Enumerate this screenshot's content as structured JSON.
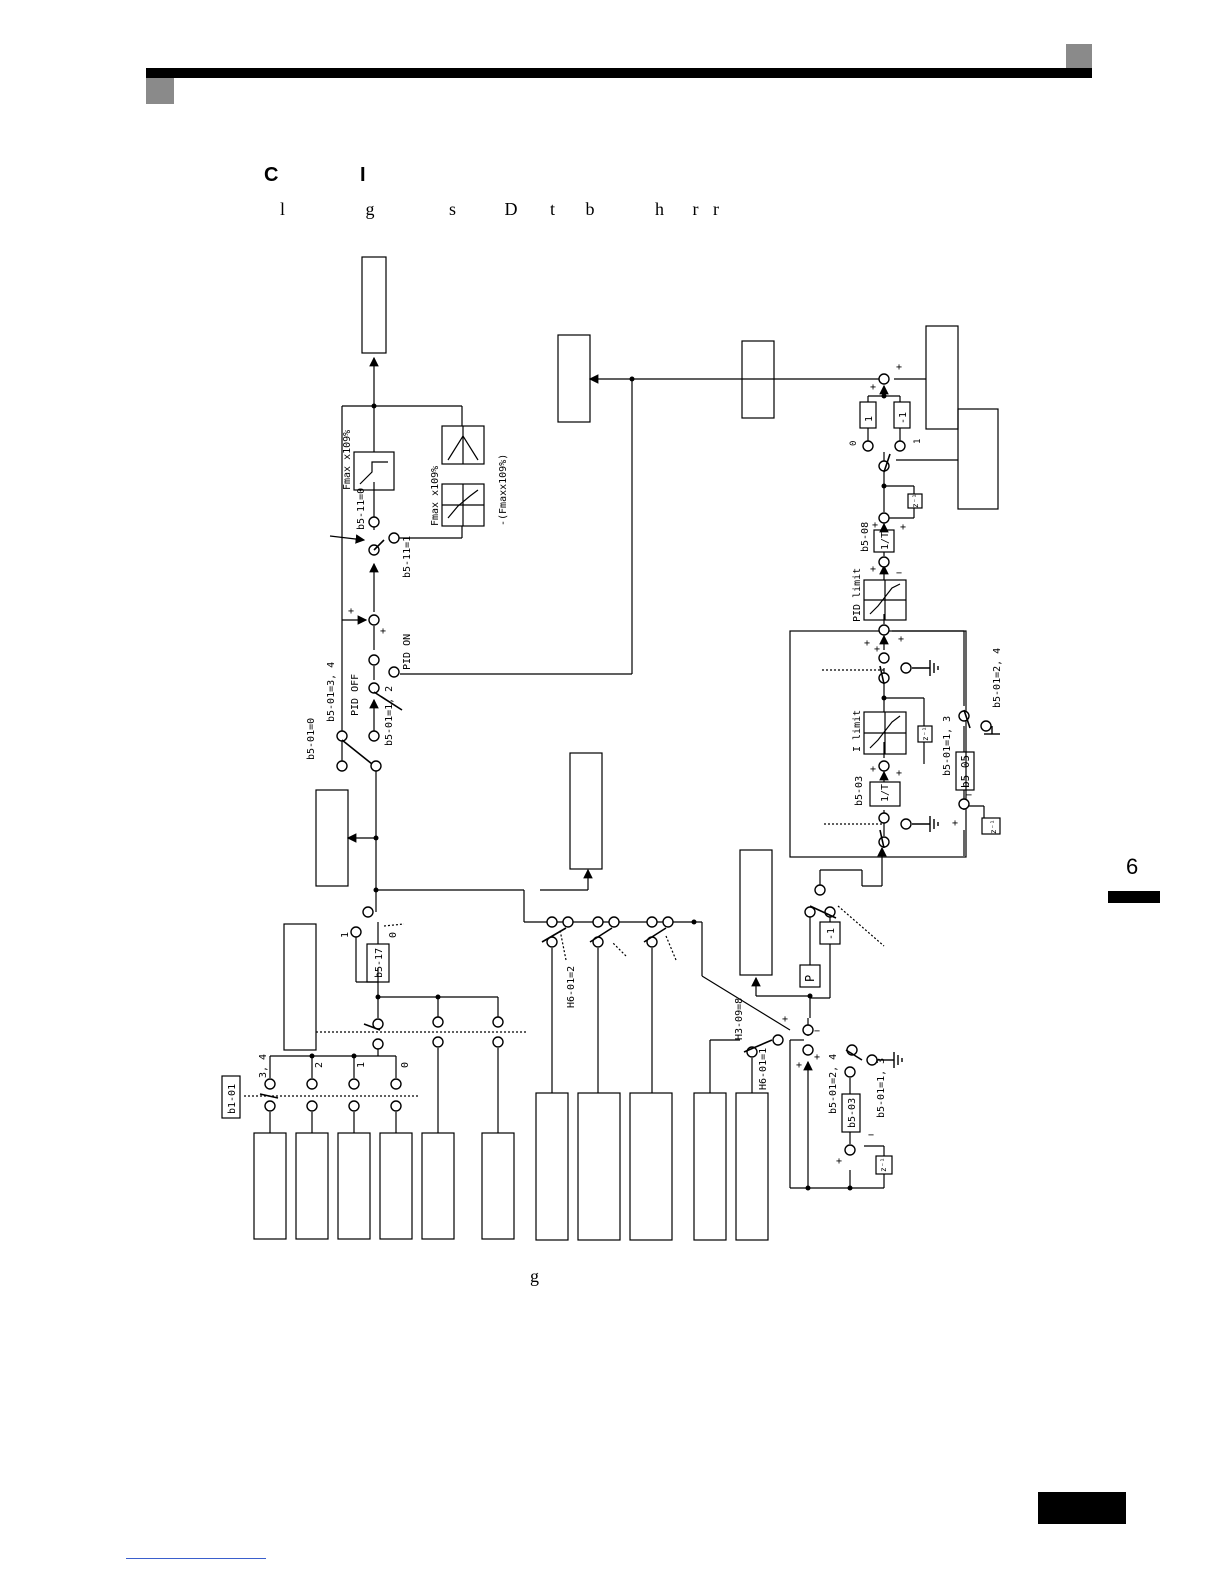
{
  "header": {
    "heading_letters": [
      "C",
      "I"
    ],
    "subtitle_letters": [
      "l",
      "g",
      "s",
      "D",
      "t",
      "b",
      "h",
      "r",
      "r"
    ]
  },
  "side_tab": {
    "chapter": "6"
  },
  "figure": {
    "caption": "g",
    "labels": {
      "b1_01": "b1-01",
      "sel_34": "3, 4",
      "sel_2": "2",
      "sel_1": "1",
      "sel_0": "0",
      "b5_17": "b5-17",
      "b517_1": "1",
      "b517_0": "0",
      "b5_01_0": "b5-01=0",
      "b5_01_34": "b5-01=3, 4",
      "pid_off": "PID OFF",
      "b5_01_12": "b5-01=1, 2",
      "pid_on": "PID ON",
      "b5_11_0": "b5-11=0",
      "b5_11_1": "b5-11=1",
      "fmax_109_a": "Fmax x109%",
      "fmax_109_b": "Fmax x109%",
      "neg_fmax": "-(Fmaxx109%)",
      "h6_01_2": "H6-01=2",
      "h3_09_8": "H3-09=8",
      "h6_01_1": "H6-01=1",
      "b5_01_24_a": "b5-01=2, 4",
      "b5_01_13_a": "b5-01=1, 3",
      "b5_03_a": "b5-03",
      "p_block": "P",
      "neg1_a": "-1",
      "b5_03_b": "b5-03",
      "i_limit": "I limit",
      "b5_01_13_b": "b5-01=1, 3",
      "b5_05": "b5-05",
      "b5_01_24_b": "b5-01=2, 4",
      "pid_limit": "PID limit",
      "b5_08": "b5-08",
      "one_block": "1",
      "neg1_b": "-1",
      "sw_0": "0",
      "sw_1": "1",
      "z_inv": "z⁻¹",
      "frac_T": "1/T",
      "plus": "+",
      "minus": "−"
    }
  }
}
